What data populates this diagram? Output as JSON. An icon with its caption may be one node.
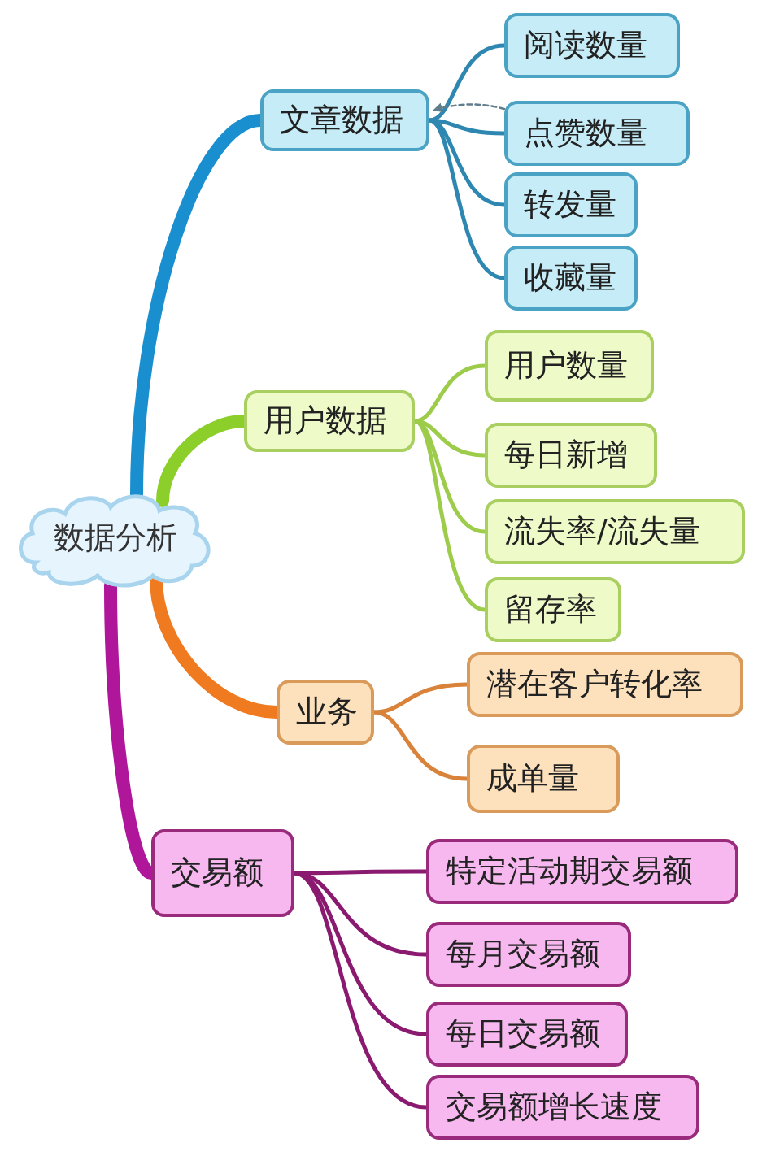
{
  "diagram": {
    "nodes": [
      {
        "text": [
          "数据分析"
        ]
      },
      {
        "text": [
          "文章数据"
        ]
      },
      {
        "text": [
          "阅读数量"
        ]
      },
      {
        "text": [
          "点赞数量"
        ]
      },
      {
        "text": [
          "转发量"
        ]
      },
      {
        "text": [
          "收藏量"
        ]
      },
      {
        "text": [
          "用户数据"
        ]
      },
      {
        "text": [
          "用户数量"
        ]
      },
      {
        "text": [
          "每日新增"
        ]
      },
      {
        "text": [
          "流失率/流失量"
        ]
      },
      {
        "text": [
          "留存率"
        ]
      },
      {
        "text": [
          "业务"
        ]
      },
      {
        "text": [
          "潜在客户转化率"
        ]
      },
      {
        "text": [
          "成单量"
        ]
      },
      {
        "text": [
          "交易额"
        ]
      },
      {
        "text": [
          "特定活动期交易额"
        ]
      },
      {
        "text": [
          "每月交易额"
        ]
      },
      {
        "text": [
          "每日交易额"
        ]
      },
      {
        "text": [
          "交易额增长速度"
        ]
      }
    ],
    "edges": [
      {
        "from": 0,
        "to": 1,
        "arrow": "none",
        "style": "thick",
        "color": "#1a8fd0"
      },
      {
        "from": 0,
        "to": 6,
        "arrow": "none",
        "style": "thick",
        "color": "#8ccf2a"
      },
      {
        "from": 0,
        "to": 11,
        "arrow": "none",
        "style": "thick",
        "color": "#f07a20"
      },
      {
        "from": 0,
        "to": 14,
        "arrow": "none",
        "style": "thick",
        "color": "#b0169a"
      },
      {
        "from": 1,
        "to": 2,
        "arrow": "none",
        "color": "#2e87b0"
      },
      {
        "from": 1,
        "to": 3,
        "arrow": "none",
        "color": "#2e87b0"
      },
      {
        "from": 1,
        "to": 4,
        "arrow": "none",
        "color": "#2e87b0"
      },
      {
        "from": 1,
        "to": 5,
        "arrow": "none",
        "color": "#2e87b0"
      },
      {
        "from": 3,
        "to": 1,
        "arrow": "to",
        "style": "dashed",
        "color": "#607d8b"
      },
      {
        "from": 6,
        "to": 7,
        "arrow": "none",
        "color": "#9ccc4a"
      },
      {
        "from": 6,
        "to": 8,
        "arrow": "none",
        "color": "#9ccc4a"
      },
      {
        "from": 6,
        "to": 9,
        "arrow": "none",
        "color": "#9ccc4a"
      },
      {
        "from": 6,
        "to": 10,
        "arrow": "none",
        "color": "#9ccc4a"
      },
      {
        "from": 11,
        "to": 12,
        "arrow": "none",
        "color": "#d9823a"
      },
      {
        "from": 11,
        "to": 13,
        "arrow": "none",
        "color": "#d9823a"
      },
      {
        "from": 14,
        "to": 15,
        "arrow": "none",
        "color": "#8a1a70"
      },
      {
        "from": 14,
        "to": 16,
        "arrow": "none",
        "color": "#8a1a70"
      },
      {
        "from": 14,
        "to": 17,
        "arrow": "none",
        "color": "#8a1a70"
      },
      {
        "from": 14,
        "to": 18,
        "arrow": "none",
        "color": "#8a1a70"
      }
    ]
  }
}
